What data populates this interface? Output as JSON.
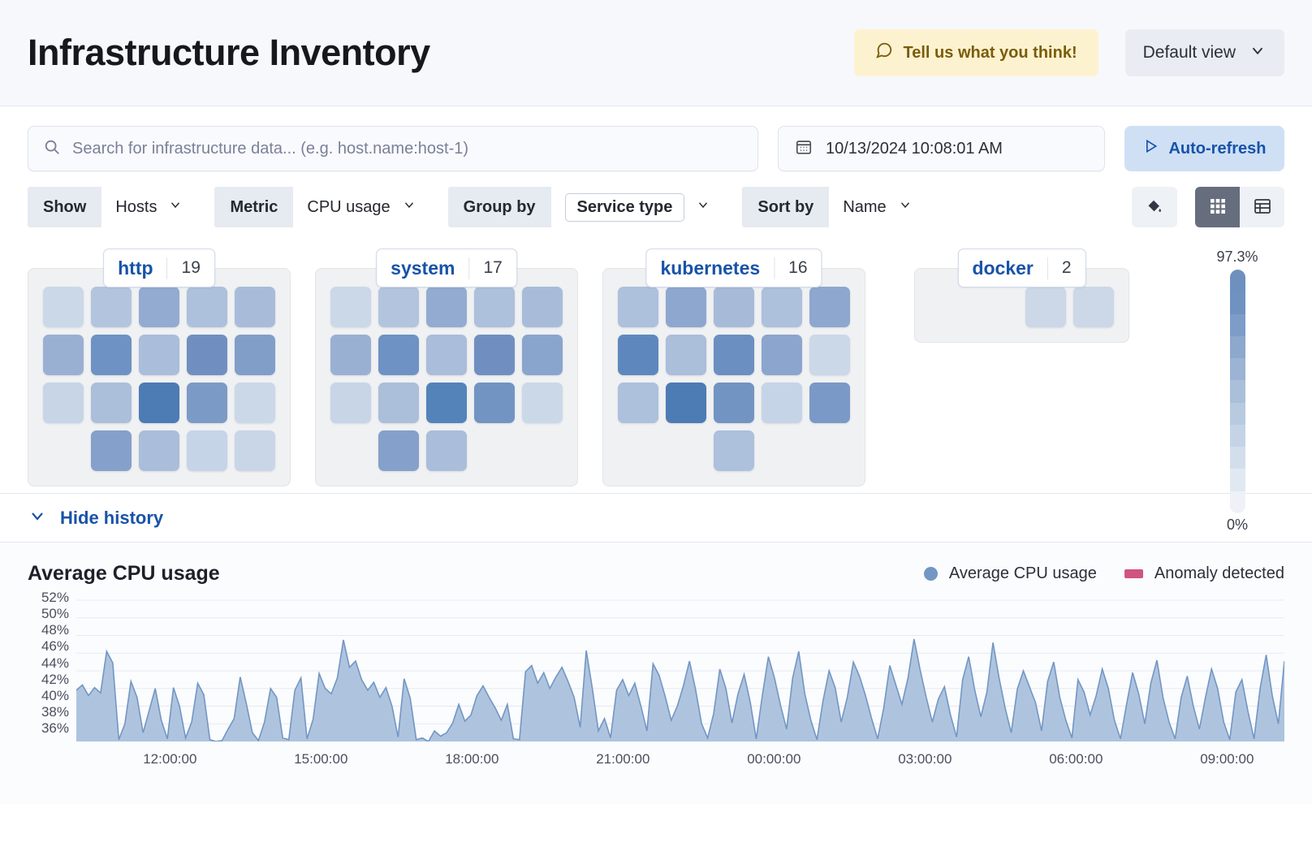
{
  "header": {
    "title": "Infrastructure Inventory",
    "feedback_label": "Tell us what you think!",
    "feedback_icon": "comment-icon",
    "view_label": "Default view",
    "view_icon": "chevron-down-icon"
  },
  "search": {
    "placeholder": "Search for infrastructure data... (e.g. host.name:host-1)",
    "value": "",
    "icon": "search-icon"
  },
  "datepicker": {
    "value": "10/13/2024 10:08:01 AM",
    "icon": "calendar-icon"
  },
  "autorefresh": {
    "label": "Auto-refresh",
    "icon": "play-icon"
  },
  "filters": [
    {
      "label": "Show",
      "value": "Hosts",
      "boxed": false,
      "icon": "chevron-down-icon"
    },
    {
      "label": "Metric",
      "value": "CPU usage",
      "boxed": false,
      "icon": "chevron-down-icon"
    },
    {
      "label": "Group by",
      "value": "Service type",
      "boxed": true,
      "icon": "chevron-down-icon"
    },
    {
      "label": "Sort by",
      "value": "Name",
      "boxed": false,
      "icon": "chevron-down-icon"
    }
  ],
  "toolbar": {
    "legend_icon": "paint-fill-icon",
    "grid_view_icon": "grid-view-icon",
    "table_view_icon": "table-view-icon",
    "active_view": "grid"
  },
  "legend_scale": {
    "max_label": "97.3%",
    "min_label": "0%",
    "colors": [
      "#6d90bf",
      "#6f92c1",
      "#7d9cc7",
      "#8ca8cd",
      "#9bb4d4",
      "#a9bfda",
      "#b7cae0",
      "#c4d4e6",
      "#d2deec",
      "#e0e8f2",
      "#eef2f8"
    ]
  },
  "waffle_groups": [
    {
      "name": "http",
      "count": "19",
      "rows": [
        {
          "offset": 0,
          "tiles": [
            "#cbd8e8",
            "#b3c4de",
            "#93abd0",
            "#adc0dc",
            "#a8bcda"
          ]
        },
        {
          "offset": 0,
          "tiles": [
            "#9ab0d3",
            "#6e92c3",
            "#aabdda",
            "#708fc0",
            "#819ec9"
          ]
        },
        {
          "offset": 0,
          "tiles": [
            "#c7d5e7",
            "#abbeda",
            "#4d7bb4",
            "#7c9ac6",
            "#cbd8e8"
          ]
        },
        {
          "offset": 1,
          "tiles": [
            "#85a0ca",
            "#aabdda",
            "#c6d4e7",
            "#c9d6e8"
          ]
        }
      ]
    },
    {
      "name": "system",
      "count": "17",
      "rows": [
        {
          "offset": 0,
          "tiles": [
            "#cbd8e8",
            "#b3c4de",
            "#93abd0",
            "#adc0dc",
            "#a8bcda"
          ]
        },
        {
          "offset": 0,
          "tiles": [
            "#9ab0d3",
            "#6e92c3",
            "#aabdda",
            "#708fc0",
            "#8aa5cd"
          ]
        },
        {
          "offset": 0,
          "tiles": [
            "#c7d5e7",
            "#abbeda",
            "#5483b9",
            "#7194c2",
            "#cbd8e8"
          ]
        },
        {
          "offset": 1,
          "tiles": [
            "#85a0ca",
            "#aabdda"
          ]
        }
      ]
    },
    {
      "name": "kubernetes",
      "count": "16",
      "rows": [
        {
          "offset": 0,
          "tiles": [
            "#adc0dc",
            "#8ea7cf",
            "#a7bbd9",
            "#adc0dc",
            "#8ea7cf"
          ]
        },
        {
          "offset": 0,
          "tiles": [
            "#5e88bd",
            "#abbeda",
            "#6b8fc1",
            "#8ba5ce",
            "#cbd8e8"
          ]
        },
        {
          "offset": 0,
          "tiles": [
            "#adc0dc",
            "#4d7bb4",
            "#7194c2",
            "#c6d4e7",
            "#7a99c6"
          ]
        },
        {
          "offset": 2,
          "tiles": [
            "#adc0dc"
          ]
        }
      ]
    },
    {
      "name": "docker",
      "count": "2",
      "rows": [
        {
          "offset": 2,
          "tiles": [
            "#ccd8e7",
            "#ccd8e7"
          ]
        }
      ]
    }
  ],
  "history": {
    "label": "Hide history",
    "icon": "chevron-down-icon"
  },
  "chart_data": {
    "type": "area",
    "title": "Average CPU usage",
    "xlabel": "",
    "ylabel": "",
    "ylim": [
      35,
      53
    ],
    "grid": true,
    "legend_position": "top-right",
    "legend": [
      {
        "name": "Average CPU usage",
        "color": "#7396c4",
        "marker": "dot"
      },
      {
        "name": "Anomaly detected",
        "color": "#cf5480",
        "marker": "rect"
      }
    ],
    "yticks": [
      "52%",
      "50%",
      "48%",
      "46%",
      "44%",
      "42%",
      "40%",
      "38%",
      "36%"
    ],
    "ytick_values": [
      52,
      50,
      48,
      46,
      44,
      42,
      40,
      38,
      36
    ],
    "xticks": [
      "12:00:00",
      "15:00:00",
      "18:00:00",
      "21:00:00",
      "00:00:00",
      "03:00:00",
      "06:00:00",
      "09:00:00"
    ],
    "series": [
      {
        "name": "Average CPU usage",
        "color": "#7396c4",
        "fill": "#aec4de",
        "values": [
          41.8,
          42.4,
          41.2,
          42.1,
          41.5,
          46.2,
          44.9,
          36.2,
          38.0,
          42.8,
          41.0,
          37.0,
          39.5,
          42.0,
          38.4,
          36.3,
          42.1,
          40.0,
          36.4,
          38.2,
          42.6,
          41.3,
          36.2,
          36.0,
          36.1,
          37.4,
          38.6,
          43.3,
          40.3,
          37.0,
          36.1,
          38.2,
          42.0,
          41.0,
          36.4,
          36.2,
          41.8,
          43.2,
          36.3,
          38.5,
          43.7,
          42.0,
          41.4,
          43.2,
          47.5,
          44.4,
          45.1,
          43.0,
          41.8,
          42.7,
          41.0,
          42.1,
          40.0,
          36.5,
          43.1,
          40.9,
          36.2,
          36.4,
          36.0,
          37.2,
          36.6,
          37.0,
          38.1,
          40.2,
          38.3,
          39.0,
          41.2,
          42.3,
          41.0,
          39.8,
          38.4,
          40.2,
          36.3,
          36.2,
          43.9,
          44.6,
          42.6,
          43.8,
          42.0,
          43.3,
          44.4,
          42.8,
          41.0,
          37.6,
          46.3,
          42.0,
          37.2,
          38.6,
          36.4,
          41.8,
          43.0,
          41.2,
          42.6,
          40.0,
          37.2,
          44.8,
          43.5,
          41.1,
          38.4,
          40.0,
          42.3,
          45.1,
          41.9,
          38.0,
          36.4,
          39.2,
          44.2,
          42.0,
          38.1,
          41.4,
          43.6,
          40.5,
          36.3,
          41.2,
          45.6,
          43.2,
          40.1,
          37.4,
          43.2,
          46.2,
          41.4,
          38.4,
          36.2,
          40.6,
          44.0,
          42.1,
          38.2,
          41.0,
          45.0,
          43.4,
          41.2,
          38.6,
          36.3,
          39.8,
          44.6,
          42.4,
          40.2,
          43.2,
          47.6,
          44.1,
          41.0,
          38.2,
          40.8,
          42.2,
          39.0,
          36.5,
          43.0,
          45.6,
          41.8,
          38.8,
          41.6,
          47.2,
          43.2,
          39.8,
          37.0,
          41.9,
          44.0,
          42.2,
          40.4,
          37.2,
          42.8,
          45.0,
          41.0,
          38.4,
          36.4,
          43.0,
          41.6,
          39.0,
          41.2,
          44.2,
          42.0,
          38.4,
          36.3,
          40.2,
          43.8,
          41.4,
          38.0,
          42.6,
          45.2,
          41.0,
          38.2,
          36.3,
          41.0,
          43.4,
          40.0,
          37.4,
          41.0,
          44.2,
          42.0,
          38.2,
          36.2,
          41.6,
          43.0,
          39.4,
          36.3,
          42.0,
          45.8,
          41.2,
          38.0,
          45.1
        ]
      }
    ]
  }
}
